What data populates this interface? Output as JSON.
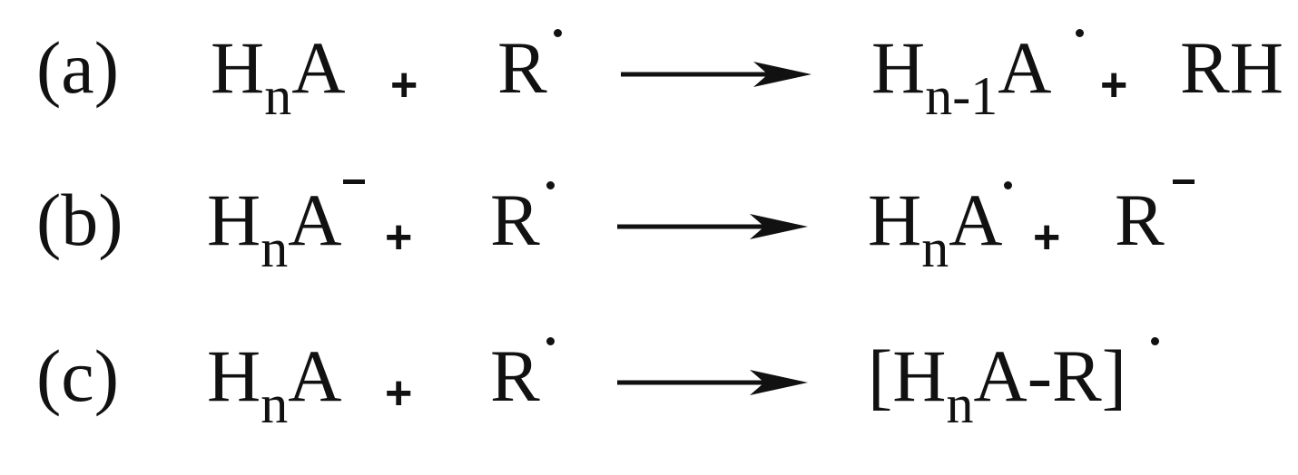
{
  "reactions": [
    {
      "label": "(a)",
      "reactant1": {
        "base": "H",
        "sub": "n",
        "tail": "A"
      },
      "plus1": "+",
      "reactant2": "R",
      "product1": {
        "base": "H",
        "sub": "n-1",
        "tail": "A"
      },
      "plus2": "+",
      "product2": "RH"
    },
    {
      "label": "(b)",
      "reactant1": {
        "base": "H",
        "sub": "n",
        "tail": "A"
      },
      "plus1": "+",
      "reactant2": "R",
      "product1": {
        "base": "H",
        "sub": "n",
        "tail": "A"
      },
      "plus2": "+",
      "product2": "R"
    },
    {
      "label": "(c)",
      "reactant1": {
        "base": "H",
        "sub": "n",
        "tail": "A"
      },
      "plus1": "+",
      "reactant2": "R",
      "product1": {
        "open": "[H",
        "sub": "n",
        "tail": "A-R]"
      }
    }
  ]
}
